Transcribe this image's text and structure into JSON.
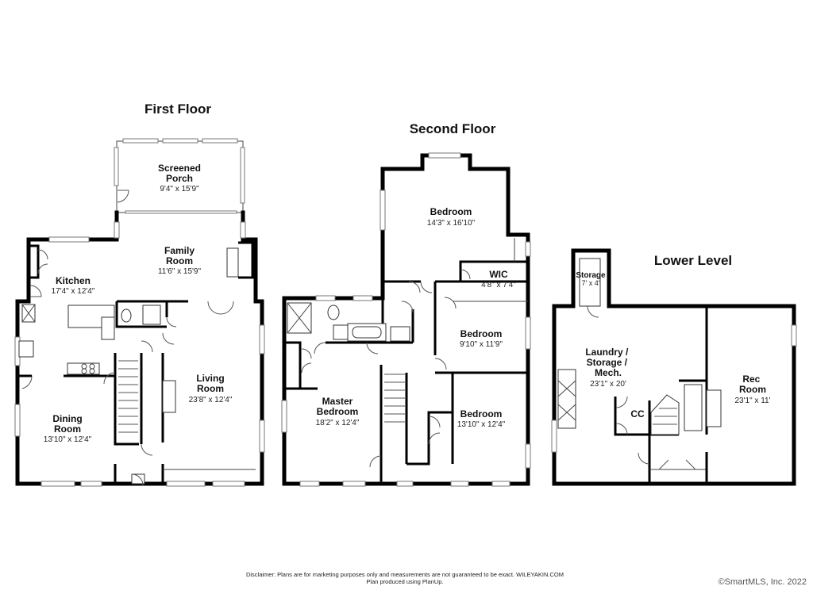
{
  "floors": [
    {
      "title": "First Floor",
      "rooms": [
        {
          "name": "Screened Porch",
          "dim": "9'4\" x 15'9\""
        },
        {
          "name": "Family Room",
          "dim": "11'6\" x 15'9\""
        },
        {
          "name": "Kitchen",
          "dim": "17'4\" x 12'4\""
        },
        {
          "name": "Living Room",
          "dim": "23'8\" x 12'4\""
        },
        {
          "name": "Dining Room",
          "dim": "13'10\" x 12'4\""
        }
      ]
    },
    {
      "title": "Second Floor",
      "rooms": [
        {
          "name": "Bedroom",
          "dim": "14'3\" x 16'10\""
        },
        {
          "name": "WIC",
          "dim": "4'8\" x 7'4\""
        },
        {
          "name": "Bedroom",
          "dim": "9'10\" x 11'9\""
        },
        {
          "name": "Master Bedroom",
          "dim": "18'2\" x 12'4\""
        },
        {
          "name": "Bedroom",
          "dim": "13'10\" x 12'4\""
        }
      ]
    },
    {
      "title": "Lower Level",
      "rooms": [
        {
          "name": "Storage",
          "dim": "7' x 4'"
        },
        {
          "name": "Laundry / Storage / Mech.",
          "dim": "23'1\" x 20'"
        },
        {
          "name": "Rec Room",
          "dim": "23'1\" x 11'"
        },
        {
          "name": "CC",
          "dim": ""
        }
      ]
    }
  ],
  "disclaimer": {
    "line1": "Disclaimer: Plans are for marketing purposes only and measurements are not guaranteed to be exact. WILEYAKIN.COM",
    "line2": "Plan produced using PlanUp."
  },
  "copyright": "©SmartMLS, Inc. 2022"
}
